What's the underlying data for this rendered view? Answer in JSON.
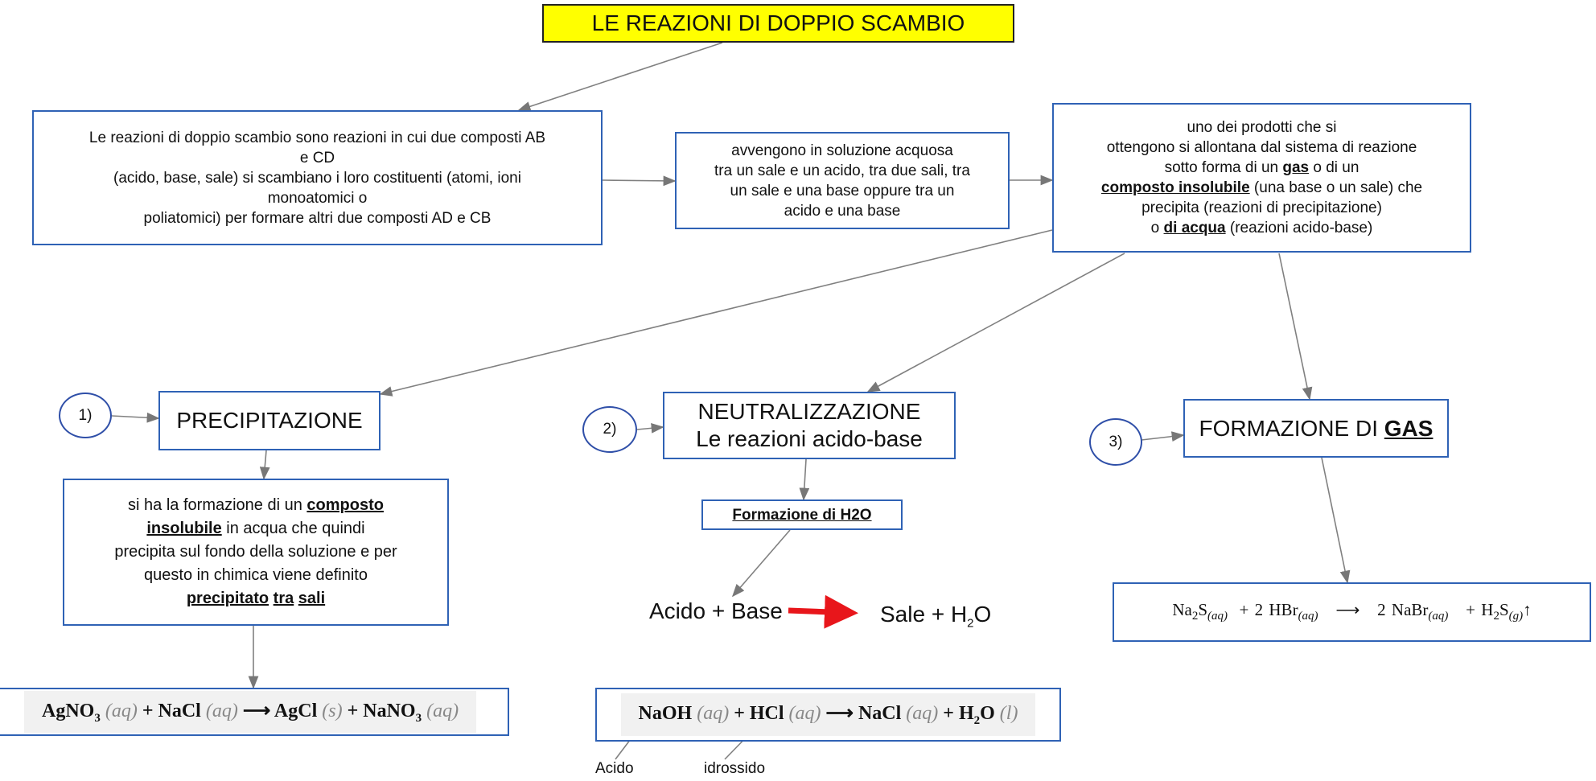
{
  "title": "LE REAZIONI DI DOPPIO SCAMBIO",
  "definition": {
    "lines": [
      "Le reazioni di doppio scambio sono reazioni in cui due composti AB",
      "e CD",
      "(acido, base, sale) si scambiano i loro costituenti (atomi, ioni",
      "monoatomici o",
      "poliatomici) per formare altri due composti AD e CB"
    ]
  },
  "context": {
    "lines": [
      "avvengono in soluzione acquosa",
      "tra un sale e un acido, tra due sali, tra",
      "un sale e una base oppure tra un",
      "acido e una base"
    ]
  },
  "products": {
    "l1": "uno dei prodotti che si",
    "l2": "ottengono si allontana dal sistema di reazione",
    "l3a": "sotto forma di un ",
    "l3b": "gas",
    "l3c": " o di un",
    "l4a": "composto  insolubile",
    "l4b": "  (una base o un sale) che",
    "l5": "precipita (reazioni di precipitazione)",
    "l6a": "o ",
    "l6b": "di  acqua",
    "l6c": " (reazioni acido-base)"
  },
  "branches": [
    {
      "number": "1)",
      "title": "PRECIPITAZIONE"
    },
    {
      "number": "2)",
      "title": "NEUTRALIZZAZIONE",
      "subtitle": "Le reazioni acido-base"
    },
    {
      "number": "3)",
      "title": "FORMAZIONE DI ",
      "title_bold": "GAS"
    }
  ],
  "precip_desc": {
    "l1a": "si ha la formazione di un  ",
    "l1b": "composto",
    "l2a": "insolubile",
    "l2b": "  in acqua che quindi",
    "l3": "precipita sul fondo della soluzione e per",
    "l4": "questo in chimica viene definito",
    "l5a": "precipitato",
    "l5b": "tra",
    "l5c": "sali"
  },
  "h2o_label": "Formazione  di  H2O",
  "neutral_scheme": {
    "left": "Acido + Base",
    "right": "Sale + H",
    "sub": "2",
    "right_end": "O",
    "arrow_color": "#e8161b"
  },
  "eq_precip": {
    "p1": "AgNO",
    "s1": "3",
    "a1": "(aq)",
    "p2": "+ NaCl",
    "a2": "(aq)",
    "p3": "⟶ AgCl",
    "a3": "(s)",
    "p4": "+ NaNO",
    "s4": "3",
    "a4": "(aq)"
  },
  "eq_neutral": {
    "p1": "NaOH",
    "a1": "(aq)",
    "p2": "+ HCl",
    "a2": "(aq)",
    "p3": "⟶ NaCl",
    "a3": "(aq)",
    "p4": "+ H",
    "s4": "2",
    "p5": "O",
    "a4": "(l)"
  },
  "eq_gas": {
    "p1": "Na",
    "s1": "2",
    "p1b": "S",
    "a1": "(aq)",
    "p2": "+  2 HBr",
    "a2": "(aq)",
    "arrow": "⟶",
    "p3": "2 NaBr",
    "a3": "(aq)",
    "p4": "+  H",
    "s4": "2",
    "p4b": "S",
    "a4": "(g)",
    "up": "↑"
  },
  "labels": {
    "acid": "Acido",
    "hydroxide": "idrossido"
  },
  "colors": {
    "title_bg": "#ffff00",
    "border": "#2f62b5"
  }
}
